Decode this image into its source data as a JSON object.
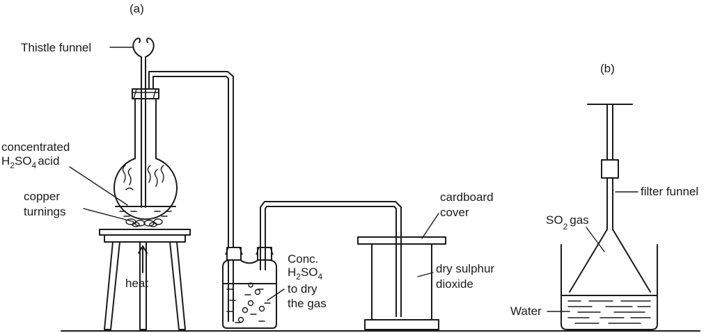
{
  "panels": {
    "a": "(a)",
    "b": "(b)"
  },
  "labels": {
    "thistle_funnel": "Thistle funnel",
    "concentrated_line1": "concentrated",
    "h2so4_h": "H",
    "h2so4_2": "2",
    "h2so4_so": "SO",
    "h2so4_4": "4",
    "h2so4_acid": "acid",
    "copper_line1": "copper",
    "copper_line2": "turnings",
    "heat": "heat",
    "conc_line1": "Conc.",
    "conc_h": "H",
    "conc_2": "2",
    "conc_so": "SO",
    "conc_4": "4",
    "conc_line3": "to dry",
    "conc_line4": "the gas",
    "cardboard_line1": "cardboard",
    "cardboard_line2": "cover",
    "dry_line1": "dry sulphur",
    "dry_line2": "dioxide",
    "filter_funnel": "filter funnel",
    "so2_so": "SO",
    "so2_2": "2",
    "so2_gas": "gas",
    "water": "Water"
  }
}
